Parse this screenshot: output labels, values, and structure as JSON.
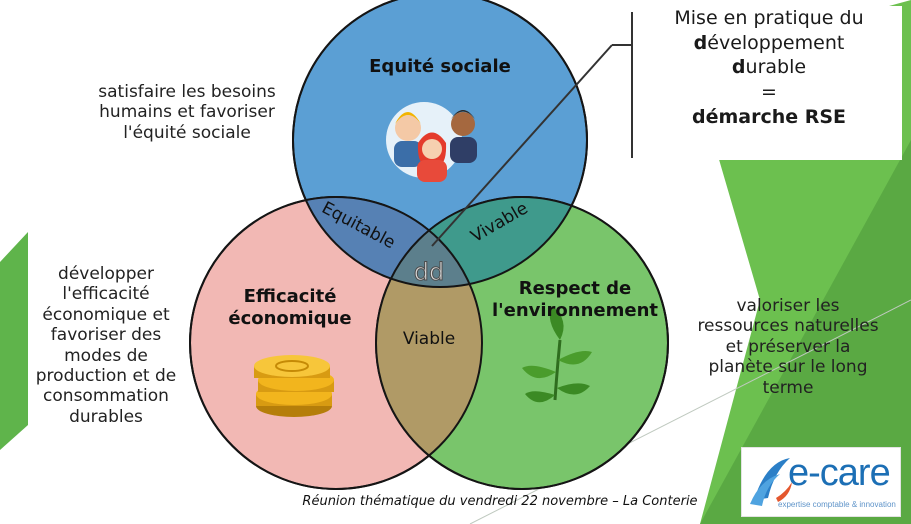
{
  "diagram": {
    "circles": {
      "social": {
        "label": "Equité sociale",
        "color": "#5b9fd4"
      },
      "economic": {
        "label_line1": "Efficacité",
        "label_line2": "économique",
        "color": "#f2b8b4"
      },
      "environment": {
        "label_line1": "Respect de",
        "label_line2": "l'environnement",
        "color": "#79c56b"
      }
    },
    "intersections": {
      "social_economic": "Equitable",
      "social_environment": "Vivable",
      "economic_environment": "Viable",
      "center": "dd"
    },
    "descriptions": {
      "social": [
        "satisfaire les besoins",
        "humains et favoriser",
        "l'équité sociale"
      ],
      "economic": [
        "développer",
        "l'efficacité",
        "économique et",
        "favoriser des",
        "modes de",
        "production et de",
        "consommation",
        "durables"
      ],
      "environment": [
        "valoriser les",
        "ressources naturelles",
        "et préserver la",
        "planète sur le long",
        "terme"
      ]
    },
    "rse_box": {
      "line1": "Mise en pratique du",
      "line2_initial": "d",
      "line2_rest": "éveloppement",
      "line3_initial": "d",
      "line3_rest": "urable",
      "line4": "=",
      "line5": "démarche RSE"
    }
  },
  "footer": {
    "text": "Réunion thématique du vendredi 22 novembre – La Conterie"
  },
  "logo": {
    "name": "e-care",
    "tagline": "expertise comptable & innovation"
  },
  "colors": {
    "accent_green": "#5fb44b",
    "brand_blue": "#1c6fb5"
  }
}
